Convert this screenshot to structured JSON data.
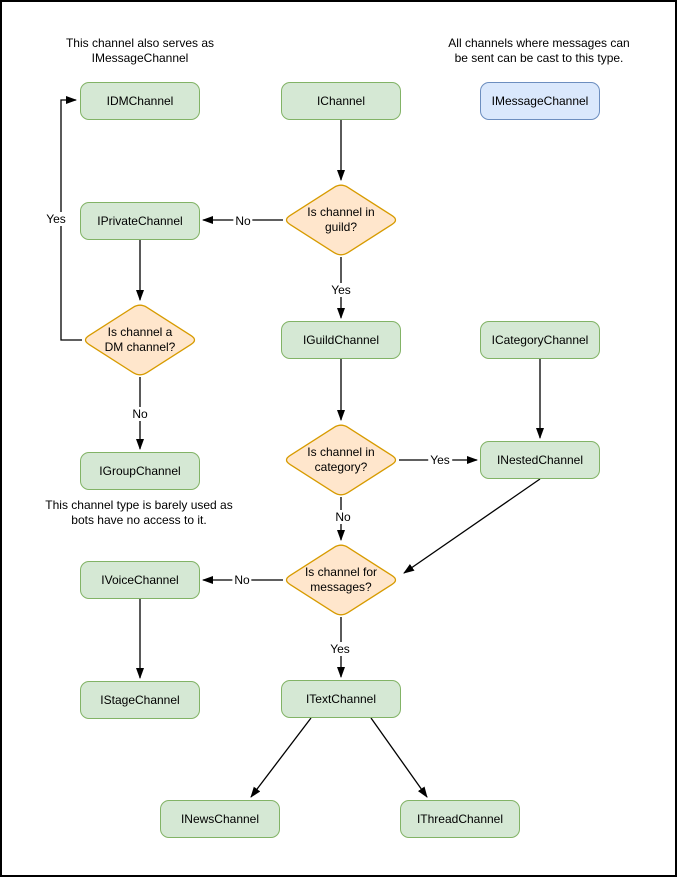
{
  "diagram": {
    "type": "flowchart",
    "topic": "Channel interface hierarchy decision flow",
    "palette": {
      "node_fill": "#d5e8d4",
      "node_stroke": "#82b366",
      "message_node_fill": "#dae8fc",
      "message_node_stroke": "#6c8ebf",
      "decision_fill": "#ffe6cc",
      "decision_stroke": "#d79b00",
      "edge_color": "#000000",
      "frame_color": "#000000",
      "background": "#ffffff"
    },
    "notes": {
      "dm": "This channel also serves as\nIMessageChannel",
      "message": "All channels where messages can\nbe sent can be cast to this type.",
      "group": "This channel type is barely used as\nbots have no access to it."
    },
    "nodes": {
      "idmchannel": "IDMChannel",
      "ichannel": "IChannel",
      "imessagechannel": "IMessageChannel",
      "iprivatechannel": "IPrivateChannel",
      "iguildchannel": "IGuildChannel",
      "icategorychannel": "ICategoryChannel",
      "igroupchannel": "IGroupChannel",
      "inestedchannel": "INestedChannel",
      "ivoicechannel": "IVoiceChannel",
      "itextchannel": "ITextChannel",
      "istagechannel": "IStageChannel",
      "inewschannel": "INewsChannel",
      "ithreadchannel": "IThreadChannel"
    },
    "decisions": {
      "in_guild": "Is channel in\nguild?",
      "is_dm": "Is channel a\nDM channel?",
      "in_category": "Is channel in\ncategory?",
      "for_messages": "Is channel for\nmessages?"
    },
    "edges": [
      {
        "from": "IChannel",
        "to": "Is channel in guild?",
        "label": ""
      },
      {
        "from": "Is channel in guild?",
        "to": "IPrivateChannel",
        "label": "No"
      },
      {
        "from": "Is channel in guild?",
        "to": "IGuildChannel",
        "label": "Yes"
      },
      {
        "from": "IPrivateChannel",
        "to": "Is channel a DM channel?",
        "label": ""
      },
      {
        "from": "Is channel a DM channel?",
        "to": "IDMChannel",
        "label": "Yes"
      },
      {
        "from": "Is channel a DM channel?",
        "to": "IGroupChannel",
        "label": "No"
      },
      {
        "from": "IGuildChannel",
        "to": "Is channel in category?",
        "label": ""
      },
      {
        "from": "Is channel in category?",
        "to": "INestedChannel",
        "label": "Yes"
      },
      {
        "from": "ICategoryChannel",
        "to": "INestedChannel",
        "label": ""
      },
      {
        "from": "Is channel in category?",
        "to": "Is channel for messages?",
        "label": "No"
      },
      {
        "from": "INestedChannel",
        "to": "Is channel for messages?",
        "label": ""
      },
      {
        "from": "Is channel for messages?",
        "to": "IVoiceChannel",
        "label": "No"
      },
      {
        "from": "Is channel for messages?",
        "to": "ITextChannel",
        "label": "Yes"
      },
      {
        "from": "IVoiceChannel",
        "to": "IStageChannel",
        "label": ""
      },
      {
        "from": "ITextChannel",
        "to": "INewsChannel",
        "label": ""
      },
      {
        "from": "ITextChannel",
        "to": "IThreadChannel",
        "label": ""
      }
    ]
  }
}
